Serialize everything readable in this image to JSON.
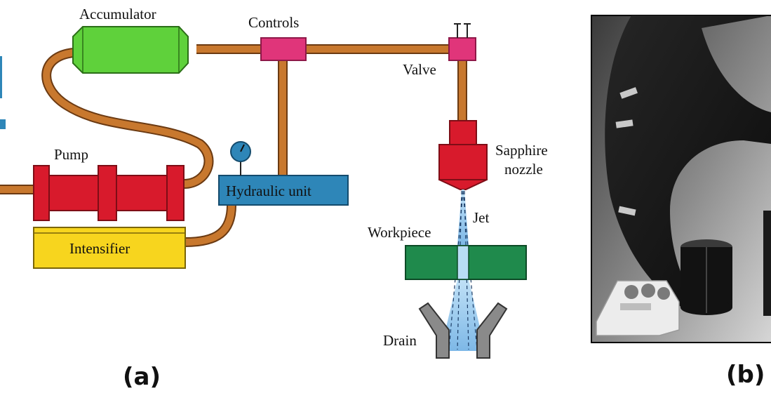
{
  "labels": {
    "accumulator": "Accumulator",
    "controls": "Controls",
    "valve": "Valve",
    "sapphire_line1": "Sapphire",
    "sapphire_line2": "nozzle",
    "pump": "Pump",
    "hydraulic_unit": "Hydraulic unit",
    "jet": "Jet",
    "workpiece": "Workpiece",
    "intensifier": "Intensifier",
    "drain": "Drain"
  },
  "panels": {
    "a": "(a)",
    "b": "(b)"
  },
  "colors": {
    "pipe": "#c8782e",
    "pipe_edge": "#6b3a12",
    "accumulator": "#5fd13b",
    "controls": "#e0357a",
    "pump": "#d81a2c",
    "hydraulic_unit": "#2e86b8",
    "intensifier": "#f7d51e",
    "workpiece": "#1f8a4c",
    "jet": "#8ec5ea",
    "drain": "#8a8a8a"
  }
}
